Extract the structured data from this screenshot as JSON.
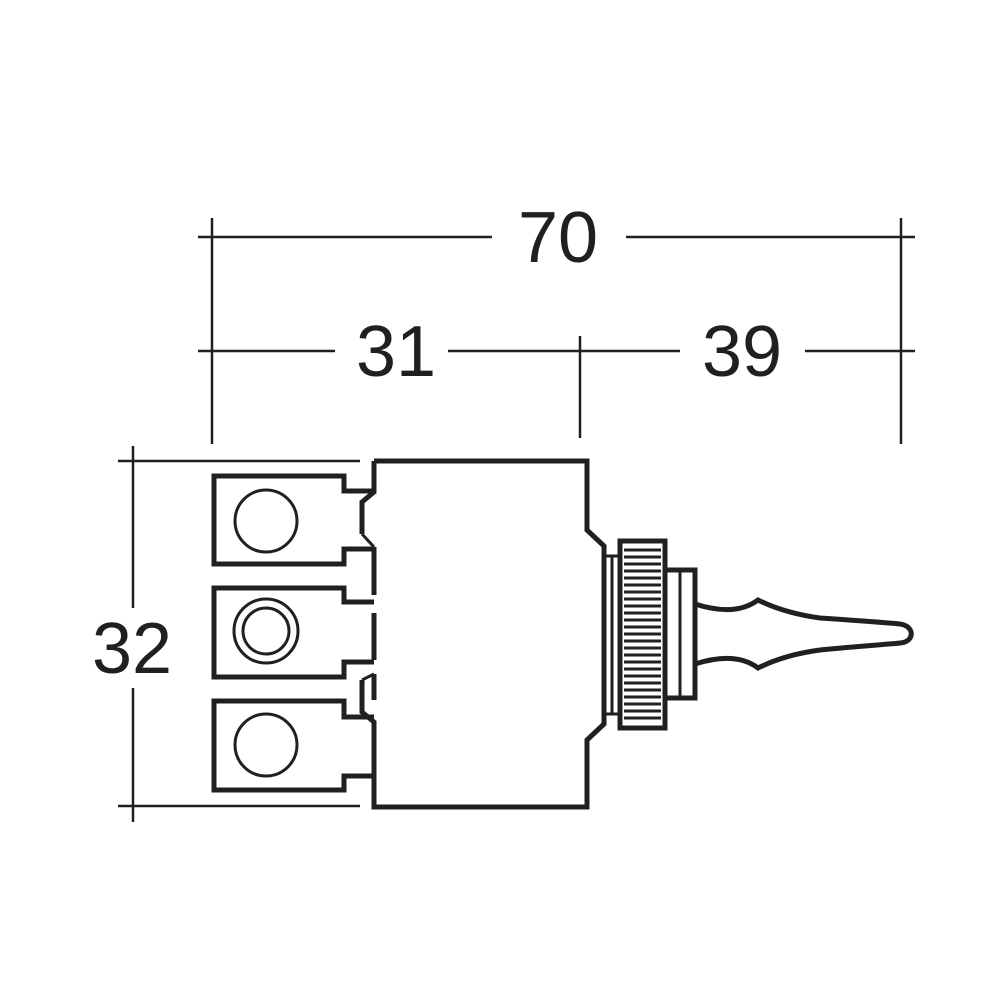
{
  "dimensions": {
    "overall_length": "70",
    "terminal_section_length": "31",
    "toggle_section_length": "39",
    "height": "32"
  },
  "colors": {
    "line": "#231f20",
    "background": "#ffffff"
  }
}
